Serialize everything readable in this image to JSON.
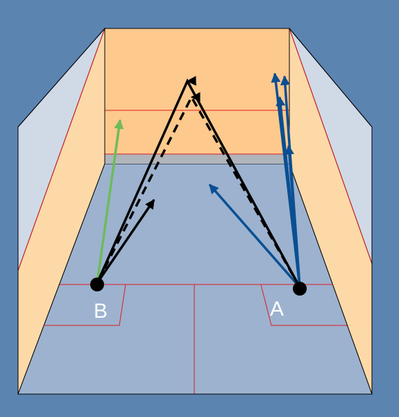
{
  "colors": {
    "background": "#5b84b1",
    "floor": "#9cb2cf",
    "front_wall": "#fdc98d",
    "side_wall_front": "#fdd9a8",
    "side_wall_back": "#d0d9e6",
    "tin": "#b0b4bb",
    "court_line": "#e01b22",
    "edge": "#000000",
    "shot_black": "#000000",
    "shot_blue": "#0a4f92",
    "shot_green": "#6ebb5a",
    "label": "#ffffff"
  },
  "players": [
    {
      "id": "B",
      "label": "B"
    },
    {
      "id": "A",
      "label": "A"
    }
  ]
}
